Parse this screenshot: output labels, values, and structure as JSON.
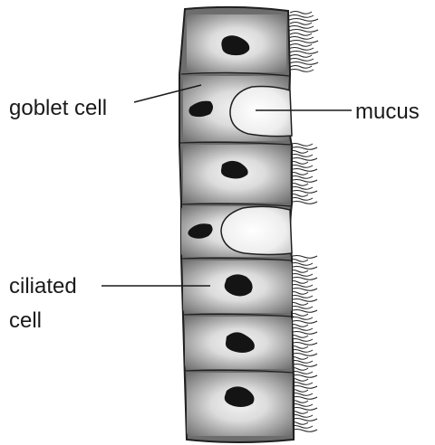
{
  "labels": {
    "goblet_cell": "goblet cell",
    "mucus": "mucus",
    "ciliated_line1": "ciliated",
    "ciliated_line2": "cell"
  },
  "colors": {
    "cell_outer": "#6b6b6b",
    "cell_inner": "#e4e4e4",
    "nucleus": "#141414",
    "mucus": "#f4f4f4",
    "outline": "#1f1f1f"
  }
}
